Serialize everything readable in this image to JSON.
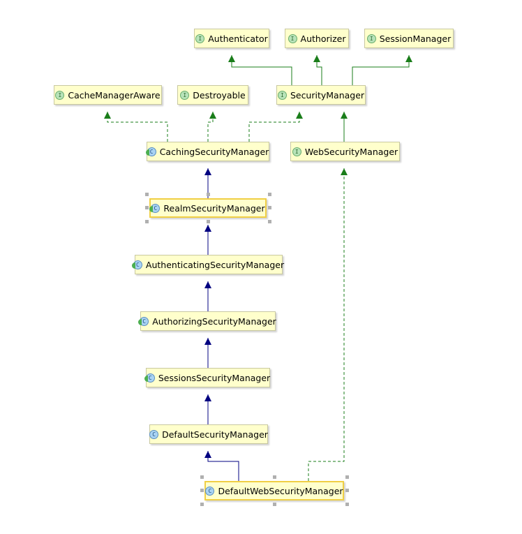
{
  "nodes": {
    "authenticator": {
      "label": "Authenticator",
      "kind": "interface",
      "kind_glyph": "I"
    },
    "authorizer": {
      "label": "Authorizer",
      "kind": "interface",
      "kind_glyph": "I"
    },
    "session_manager": {
      "label": "SessionManager",
      "kind": "interface",
      "kind_glyph": "I"
    },
    "cache_manager_aware": {
      "label": "CacheManagerAware",
      "kind": "interface",
      "kind_glyph": "I"
    },
    "destroyable": {
      "label": "Destroyable",
      "kind": "interface",
      "kind_glyph": "I"
    },
    "security_manager": {
      "label": "SecurityManager",
      "kind": "interface",
      "kind_glyph": "I"
    },
    "caching_security_manager": {
      "label": "CachingSecurityManager",
      "kind": "abstract",
      "kind_glyph": "C"
    },
    "web_security_manager": {
      "label": "WebSecurityManager",
      "kind": "interface",
      "kind_glyph": "I"
    },
    "realm_security_manager": {
      "label": "RealmSecurityManager",
      "kind": "abstract",
      "kind_glyph": "C",
      "selected": true
    },
    "authenticating_security_manager": {
      "label": "AuthenticatingSecurityManager",
      "kind": "abstract",
      "kind_glyph": "C"
    },
    "authorizing_security_manager": {
      "label": "AuthorizingSecurityManager",
      "kind": "abstract",
      "kind_glyph": "C"
    },
    "sessions_security_manager": {
      "label": "SessionsSecurityManager",
      "kind": "abstract",
      "kind_glyph": "C"
    },
    "default_security_manager": {
      "label": "DefaultSecurityManager",
      "kind": "class",
      "kind_glyph": "C"
    },
    "default_web_security_manager": {
      "label": "DefaultWebSecurityManager",
      "kind": "class",
      "kind_glyph": "C",
      "selected": true
    }
  },
  "edges": [
    {
      "from": "security_manager",
      "to": "authenticator",
      "type": "extends-interface"
    },
    {
      "from": "security_manager",
      "to": "authorizer",
      "type": "extends-interface"
    },
    {
      "from": "security_manager",
      "to": "session_manager",
      "type": "extends-interface"
    },
    {
      "from": "caching_security_manager",
      "to": "cache_manager_aware",
      "type": "implements"
    },
    {
      "from": "caching_security_manager",
      "to": "destroyable",
      "type": "implements"
    },
    {
      "from": "caching_security_manager",
      "to": "security_manager",
      "type": "implements"
    },
    {
      "from": "web_security_manager",
      "to": "security_manager",
      "type": "extends-interface"
    },
    {
      "from": "realm_security_manager",
      "to": "caching_security_manager",
      "type": "extends-class"
    },
    {
      "from": "authenticating_security_manager",
      "to": "realm_security_manager",
      "type": "extends-class"
    },
    {
      "from": "authorizing_security_manager",
      "to": "authenticating_security_manager",
      "type": "extends-class"
    },
    {
      "from": "sessions_security_manager",
      "to": "authorizing_security_manager",
      "type": "extends-class"
    },
    {
      "from": "default_security_manager",
      "to": "sessions_security_manager",
      "type": "extends-class"
    },
    {
      "from": "default_web_security_manager",
      "to": "default_security_manager",
      "type": "extends-class"
    },
    {
      "from": "default_web_security_manager",
      "to": "web_security_manager",
      "type": "implements"
    }
  ],
  "colors": {
    "interface_edge": "#1a7d1a",
    "class_edge": "#000080",
    "node_fill": "#ffffcc",
    "selected_border": "#f0cf45"
  }
}
